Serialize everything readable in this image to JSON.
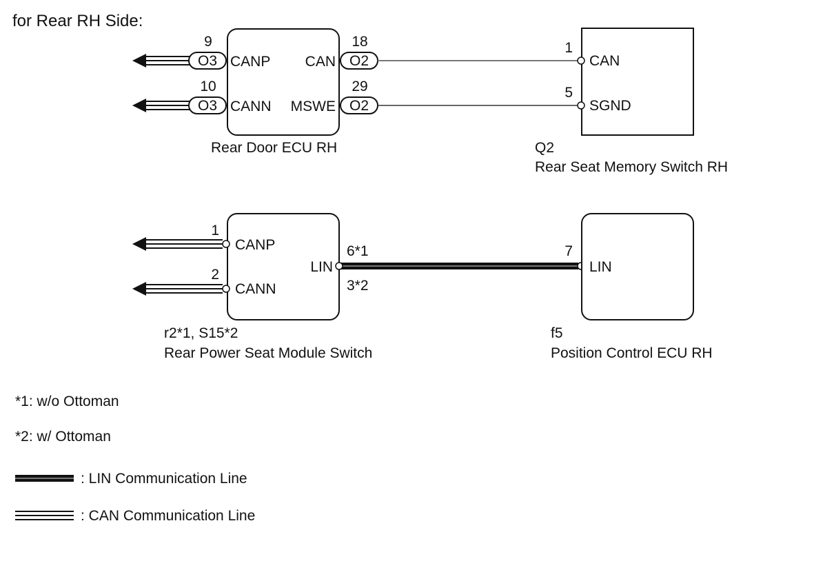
{
  "title": "for Rear RH Side:",
  "rear_door_ecu": {
    "name": "Rear Door ECU RH",
    "left_pins": [
      {
        "pin": "9",
        "connector": "O3",
        "signal": "CANP"
      },
      {
        "pin": "10",
        "connector": "O3",
        "signal": "CANN"
      }
    ],
    "right_pins": [
      {
        "pin": "18",
        "connector": "O2",
        "signal": "CAN"
      },
      {
        "pin": "29",
        "connector": "O2",
        "signal": "MSWE"
      }
    ]
  },
  "memory_switch": {
    "code": "Q2",
    "name": "Rear Seat Memory Switch RH",
    "pins": [
      {
        "pin": "1",
        "signal": "CAN"
      },
      {
        "pin": "5",
        "signal": "SGND"
      }
    ]
  },
  "power_seat_switch": {
    "code": "r2*1, S15*2",
    "name": "Rear Power Seat Module Switch",
    "left_pins": [
      {
        "pin": "1",
        "signal": "CANP"
      },
      {
        "pin": "2",
        "signal": "CANN"
      }
    ],
    "lin_signal": "LIN",
    "lin_pin_top": "6*1",
    "lin_pin_bottom": "3*2"
  },
  "position_ecu": {
    "code": "f5",
    "name": "Position Control ECU RH",
    "pin": "7",
    "signal": "LIN"
  },
  "notes": [
    "*1: w/o Ottoman",
    "*2: w/ Ottoman"
  ],
  "legend": {
    "lin": ": LIN Communication Line",
    "can": ": CAN Communication Line"
  }
}
